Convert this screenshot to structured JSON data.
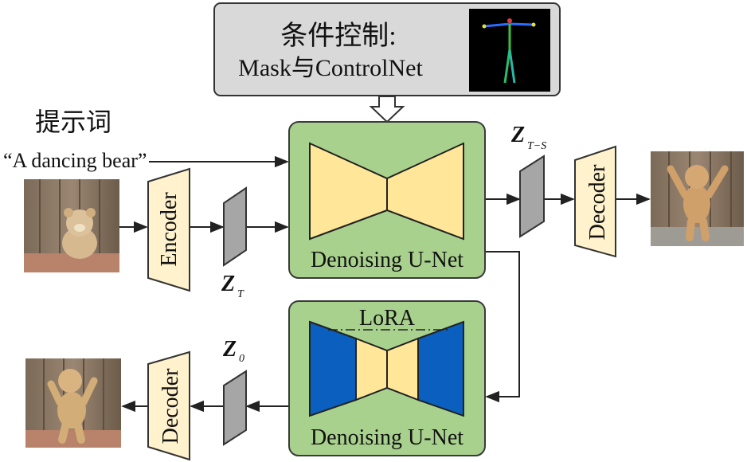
{
  "condition_box": {
    "title": "条件控制:",
    "subtitle": "Mask与ControlNet"
  },
  "prompt": {
    "heading": "提示词",
    "text": "“A dancing bear”"
  },
  "labels": {
    "encoder": "Encoder",
    "decoder": "Decoder",
    "unet": "Denoising U-Net",
    "lora": "LoRA",
    "zt_main": "Z",
    "zt_sub": "T",
    "zts_main": "Z",
    "zts_sub": "T−S",
    "z0_main": "Z",
    "z0_sub": "0"
  },
  "colors": {
    "unet_bg": "#a9d18e",
    "unet_stroke": "#3a3a3a",
    "hourglass": "#ffe699",
    "lora_blue": "#0a5fbf",
    "codec_fill": "#fff2cc",
    "latent": "#a6a6a6",
    "cond_bg": "#d9d9d9"
  }
}
